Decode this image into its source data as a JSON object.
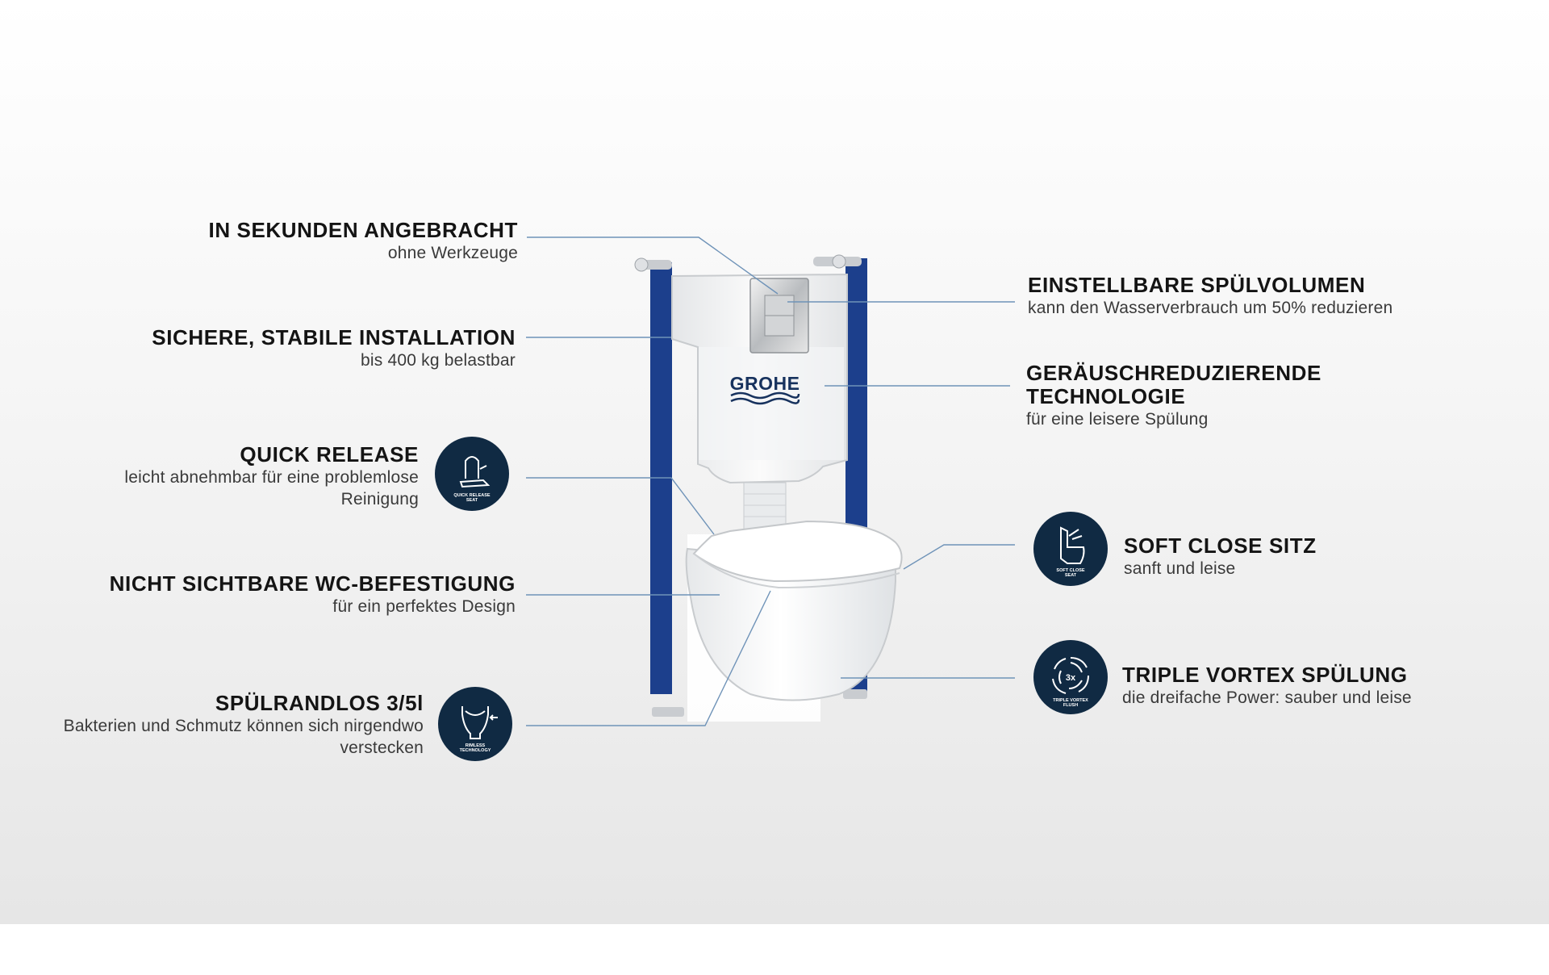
{
  "brand": {
    "logo_text": "GROHE"
  },
  "colors": {
    "navy": "#102a43",
    "frame_blue": "#1c3f8c",
    "leader": "#6f93b8"
  },
  "features_left": [
    {
      "title": "IN SEKUNDEN ANGEBRACHT",
      "desc": "ohne Werkzeuge"
    },
    {
      "title": "SICHERE, STABILE INSTALLATION",
      "desc": "bis 400 kg belastbar"
    },
    {
      "title": "QUICK RELEASE",
      "desc": "leicht abnehmbar für eine problemlose",
      "desc2": "Reinigung"
    },
    {
      "title": "NICHT SICHTBARE WC-BEFESTIGUNG",
      "desc": "für ein perfektes Design"
    },
    {
      "title": "SPÜLRANDLOS 3/5l",
      "desc": "Bakterien und Schmutz können sich nirgendwo",
      "desc2": "verstecken"
    }
  ],
  "features_right": [
    {
      "title": "EINSTELLBARE SPÜLVOLUMEN",
      "desc": "kann den Wasserverbrauch um 50% reduzieren"
    },
    {
      "title": "GERÄUSCHREDUZIERENDE",
      "title2": "TECHNOLOGIE",
      "desc": "für eine leisere Spülung"
    },
    {
      "title": "SOFT CLOSE SITZ",
      "desc": "sanft und leise"
    },
    {
      "title": "TRIPLE VORTEX SPÜLUNG",
      "desc": "die dreifache Power: sauber und leise"
    }
  ],
  "badges": {
    "quick_release": {
      "line1": "QUICK RELEASE",
      "line2": "SEAT",
      "icon": "quick-release-seat-icon"
    },
    "rimless": {
      "line1": "RIMLESS",
      "line2": "TECHNOLOGY",
      "icon": "rimless-bowl-icon"
    },
    "soft_close": {
      "line1": "SOFT CLOSE",
      "line2": "SEAT",
      "icon": "soft-close-seat-icon"
    },
    "triple_vortex": {
      "line1": "TRIPLE VORTEX",
      "line2": "FLUSH",
      "label": "3x",
      "icon": "vortex-icon"
    }
  }
}
